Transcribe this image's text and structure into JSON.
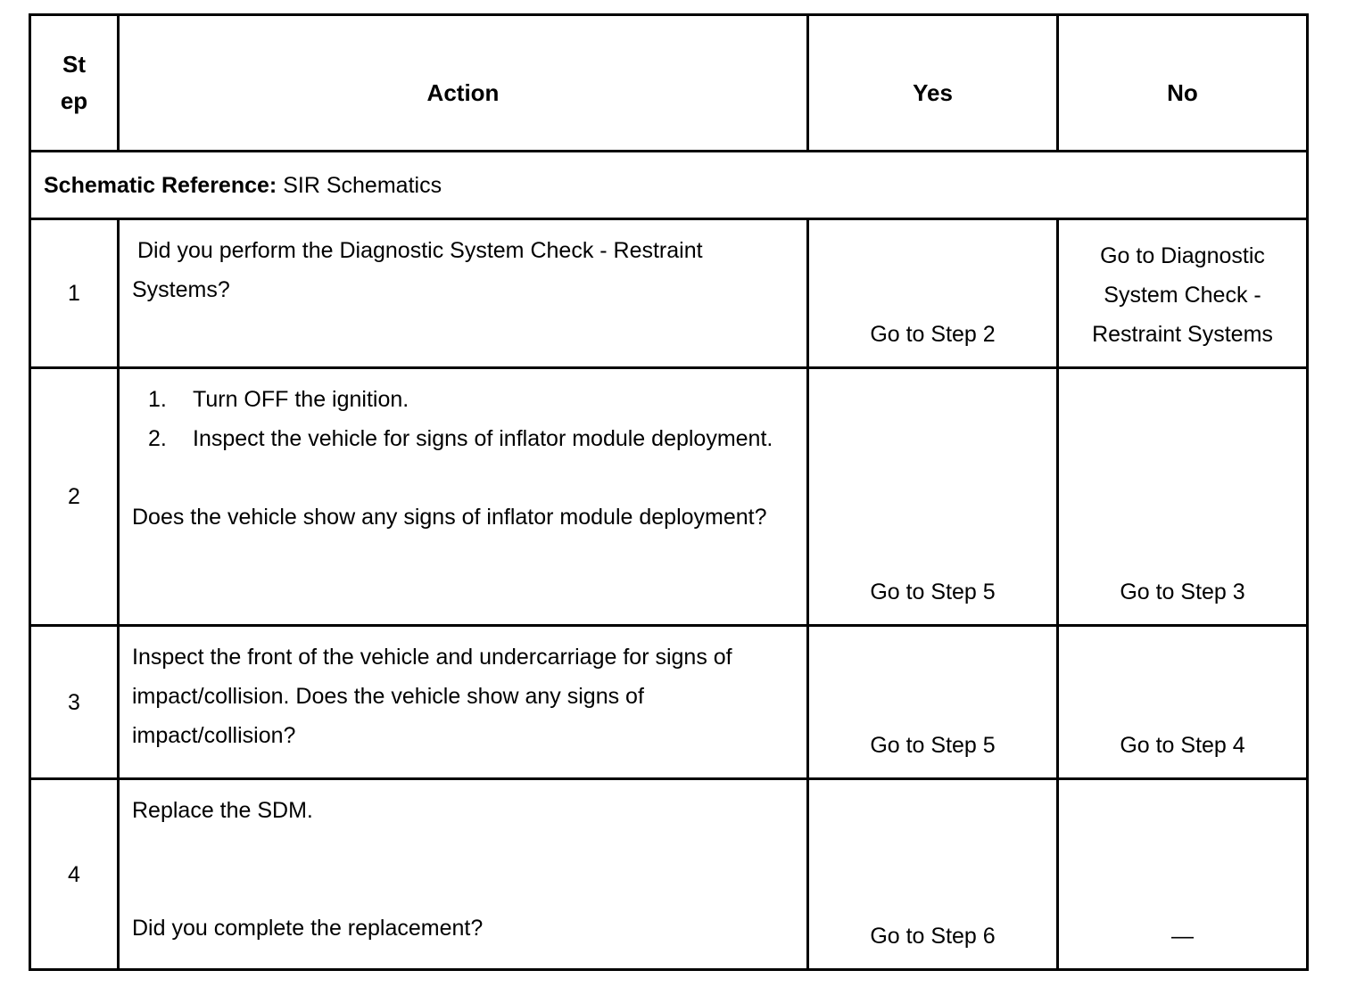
{
  "table": {
    "headers": {
      "step_line1": "St",
      "step_line2": "ep",
      "action": "Action",
      "yes": "Yes",
      "no": "No"
    },
    "schematic_row": {
      "label": "Schematic Reference:",
      "value": "SIR Schematics"
    },
    "rows": [
      {
        "step": "1",
        "action_lines": [
          " Did you perform the Diagnostic System Check - Restraint Systems?"
        ],
        "yes": "Go to Step 2",
        "no_lines": [
          "Go to Diagnostic",
          "System Check -",
          "Restraint Systems"
        ]
      },
      {
        "step": "2",
        "list": [
          {
            "num": "1.",
            "text": "Turn OFF the ignition."
          },
          {
            "num": "2.",
            "text": "Inspect the vehicle for signs of inflator module deployment."
          }
        ],
        "question": " Does the vehicle show any signs of inflator module deployment?",
        "yes": "Go to Step 5",
        "no": "Go to Step 3"
      },
      {
        "step": "3",
        "action": "Inspect the front of the vehicle and undercarriage for signs of impact/collision. Does the vehicle show any signs of impact/collision?",
        "yes": "Go to Step 5",
        "no": "Go to Step 4"
      },
      {
        "step": "4",
        "action": " Replace the SDM.",
        "question": "Did you complete the replacement?",
        "yes": "Go to Step 6",
        "no": "—"
      }
    ]
  }
}
